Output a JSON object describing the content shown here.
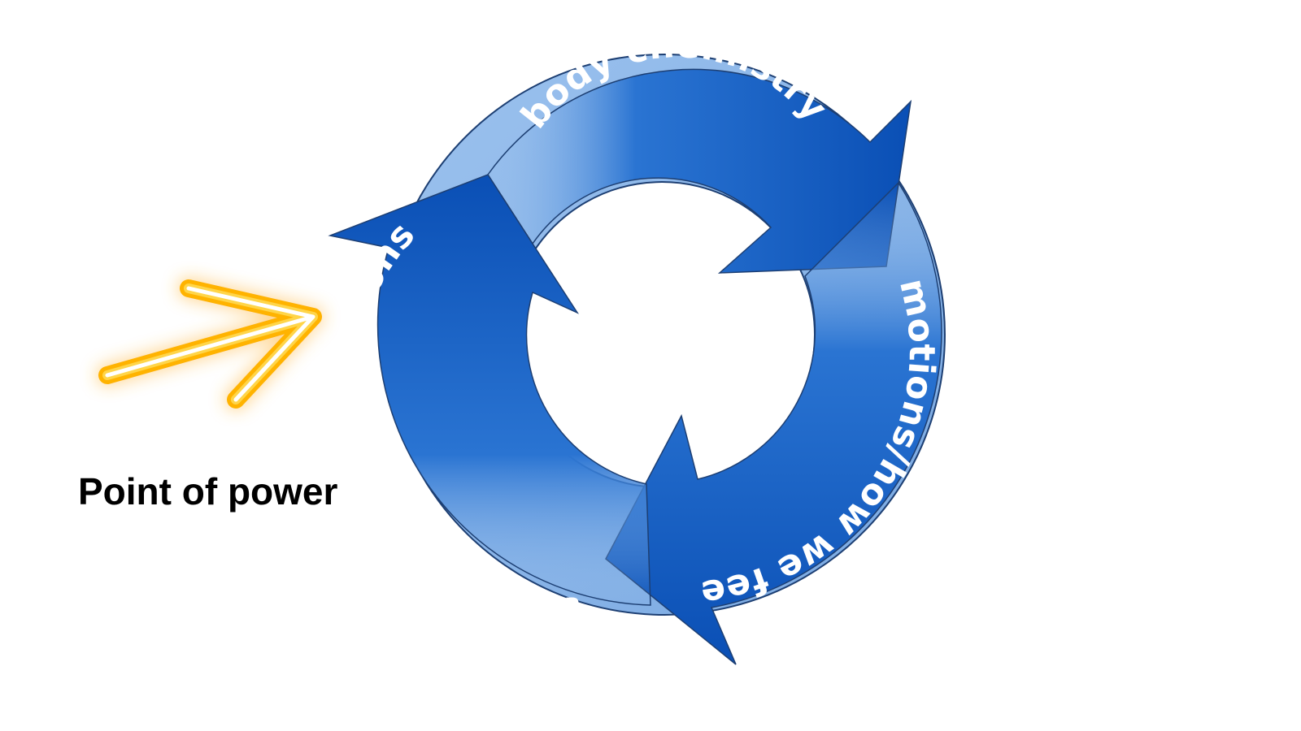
{
  "diagram": {
    "stages": [
      {
        "id": "body-chemistry",
        "label": "body chemistry"
      },
      {
        "id": "emotions",
        "label": "emotions/how we feel"
      },
      {
        "id": "thoughts",
        "label": "thoughts, words, actions"
      }
    ],
    "pointer": {
      "label": "Point of power",
      "target": "thoughts"
    },
    "colors": {
      "ring_light": "#8bb5e8",
      "arrow_dark": "#0a4fb5",
      "arrow_mid": "#2a74d2",
      "outline": "#1d3f73",
      "glow": "#ffb300",
      "glow_core": "#ffffff"
    }
  }
}
